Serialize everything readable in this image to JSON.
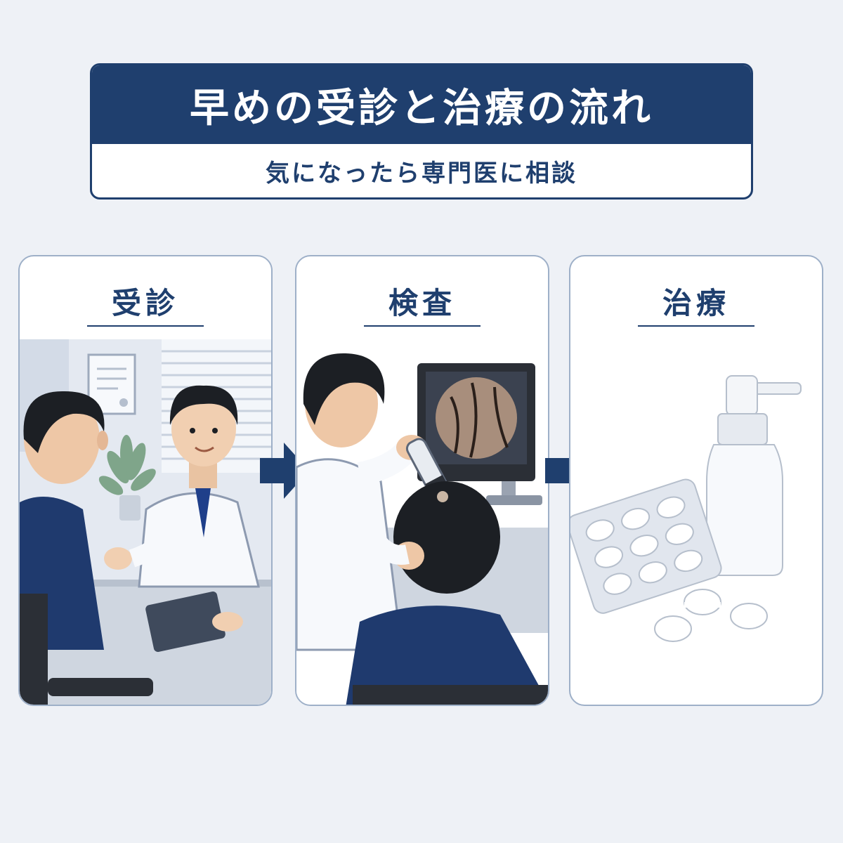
{
  "header": {
    "title": "早めの受診と治療の流れ",
    "subtitle": "気になったら専門医に相談"
  },
  "steps": [
    {
      "label": "受診",
      "icon": "consultation-scene-icon"
    },
    {
      "label": "検査",
      "icon": "scalp-examination-scene-icon"
    },
    {
      "label": "治療",
      "icon": "medication-scene-icon"
    }
  ],
  "colors": {
    "navy": "#1f3f6e",
    "panel_border": "#9eb0c8",
    "background": "#eef1f6"
  }
}
